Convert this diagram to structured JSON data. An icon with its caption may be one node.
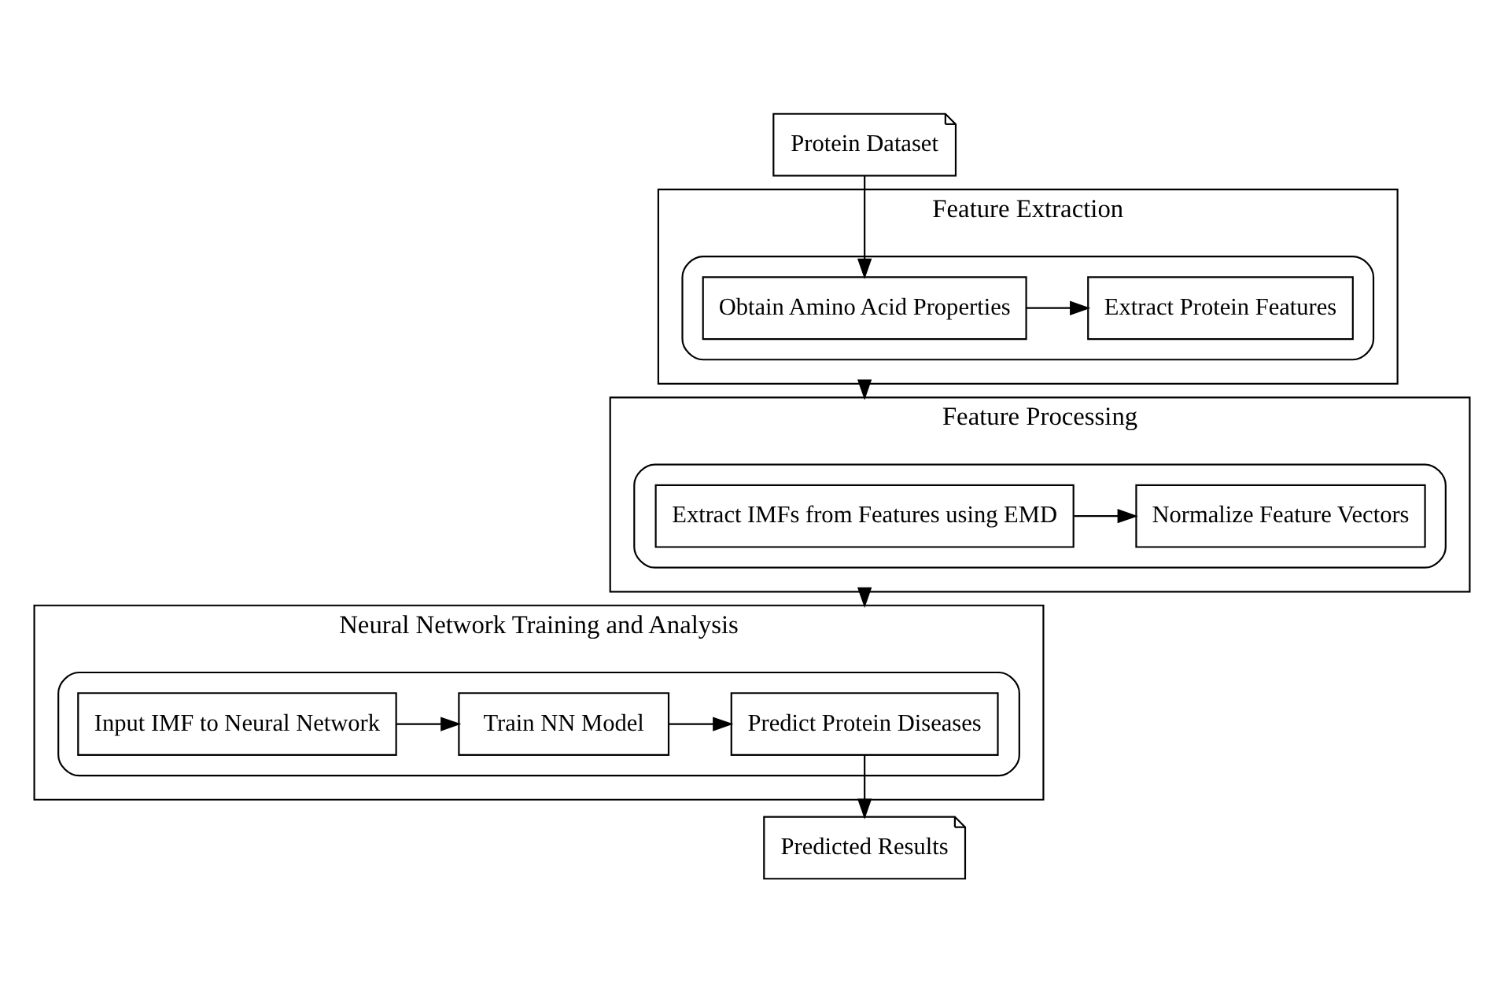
{
  "diagram": {
    "nodes": [
      {
        "text": [
          "Protein Dataset"
        ]
      },
      {
        "text": [
          "Feature Extraction"
        ]
      },
      {
        "text": [],
        "shape": "box",
        "in": 1
      },
      {
        "text": [
          "Obtain Amino Acid Properties"
        ],
        "in": 2
      },
      {
        "text": [
          "Extract Protein Features"
        ],
        "in": 2
      },
      {
        "text": [
          "Feature Processing"
        ]
      },
      {
        "text": [],
        "shape": "box",
        "in": 5
      },
      {
        "text": [
          "Extract IMFs from Features using EMD"
        ],
        "in": 6
      },
      {
        "text": [
          "Normalize Feature Vectors"
        ],
        "in": 6
      },
      {
        "text": [
          "Neural Network Training and Analysis"
        ]
      },
      {
        "text": [],
        "shape": "box",
        "in": 9
      },
      {
        "text": [
          "Predict Protein Diseases"
        ],
        "in": 10
      },
      {
        "text": [
          "Train NN Model"
        ],
        "in": 10
      },
      {
        "text": [
          "Input IMF to Neural Network"
        ],
        "in": 10
      },
      {
        "text": [
          "Predicted Results"
        ]
      }
    ],
    "edges": [
      {
        "from": 0,
        "to": 3,
        "arrow": "to"
      },
      {
        "from": 3,
        "to": 4,
        "arrow": "to"
      },
      {
        "from": 1,
        "to": 5,
        "arrow": "to"
      },
      {
        "from": 7,
        "to": 8,
        "arrow": "to"
      },
      {
        "from": 5,
        "to": 9,
        "arrow": "to"
      },
      {
        "from": 13,
        "to": 12,
        "arrow": "to"
      },
      {
        "from": 12,
        "to": 11,
        "arrow": "to"
      },
      {
        "from": 11,
        "to": 14,
        "arrow": "to"
      }
    ]
  }
}
